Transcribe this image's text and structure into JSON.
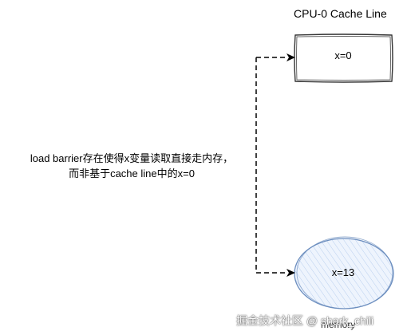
{
  "cache": {
    "title": "CPU-0 Cache Line",
    "value": "x=0"
  },
  "memory": {
    "value": "x=13",
    "caption": "memory"
  },
  "annotation": {
    "line1": "load barrier存在使得x变量读取直接走内存，",
    "line2": "而非基于cache line中的x=0"
  },
  "watermark": "掘金技术社区 @ shark_chili",
  "colors": {
    "cache_fill": "#ffffff",
    "cache_stroke": "#333333",
    "memory_fill": "#dae8fc",
    "memory_stroke": "#6c8ebf",
    "connector": "#000000"
  }
}
